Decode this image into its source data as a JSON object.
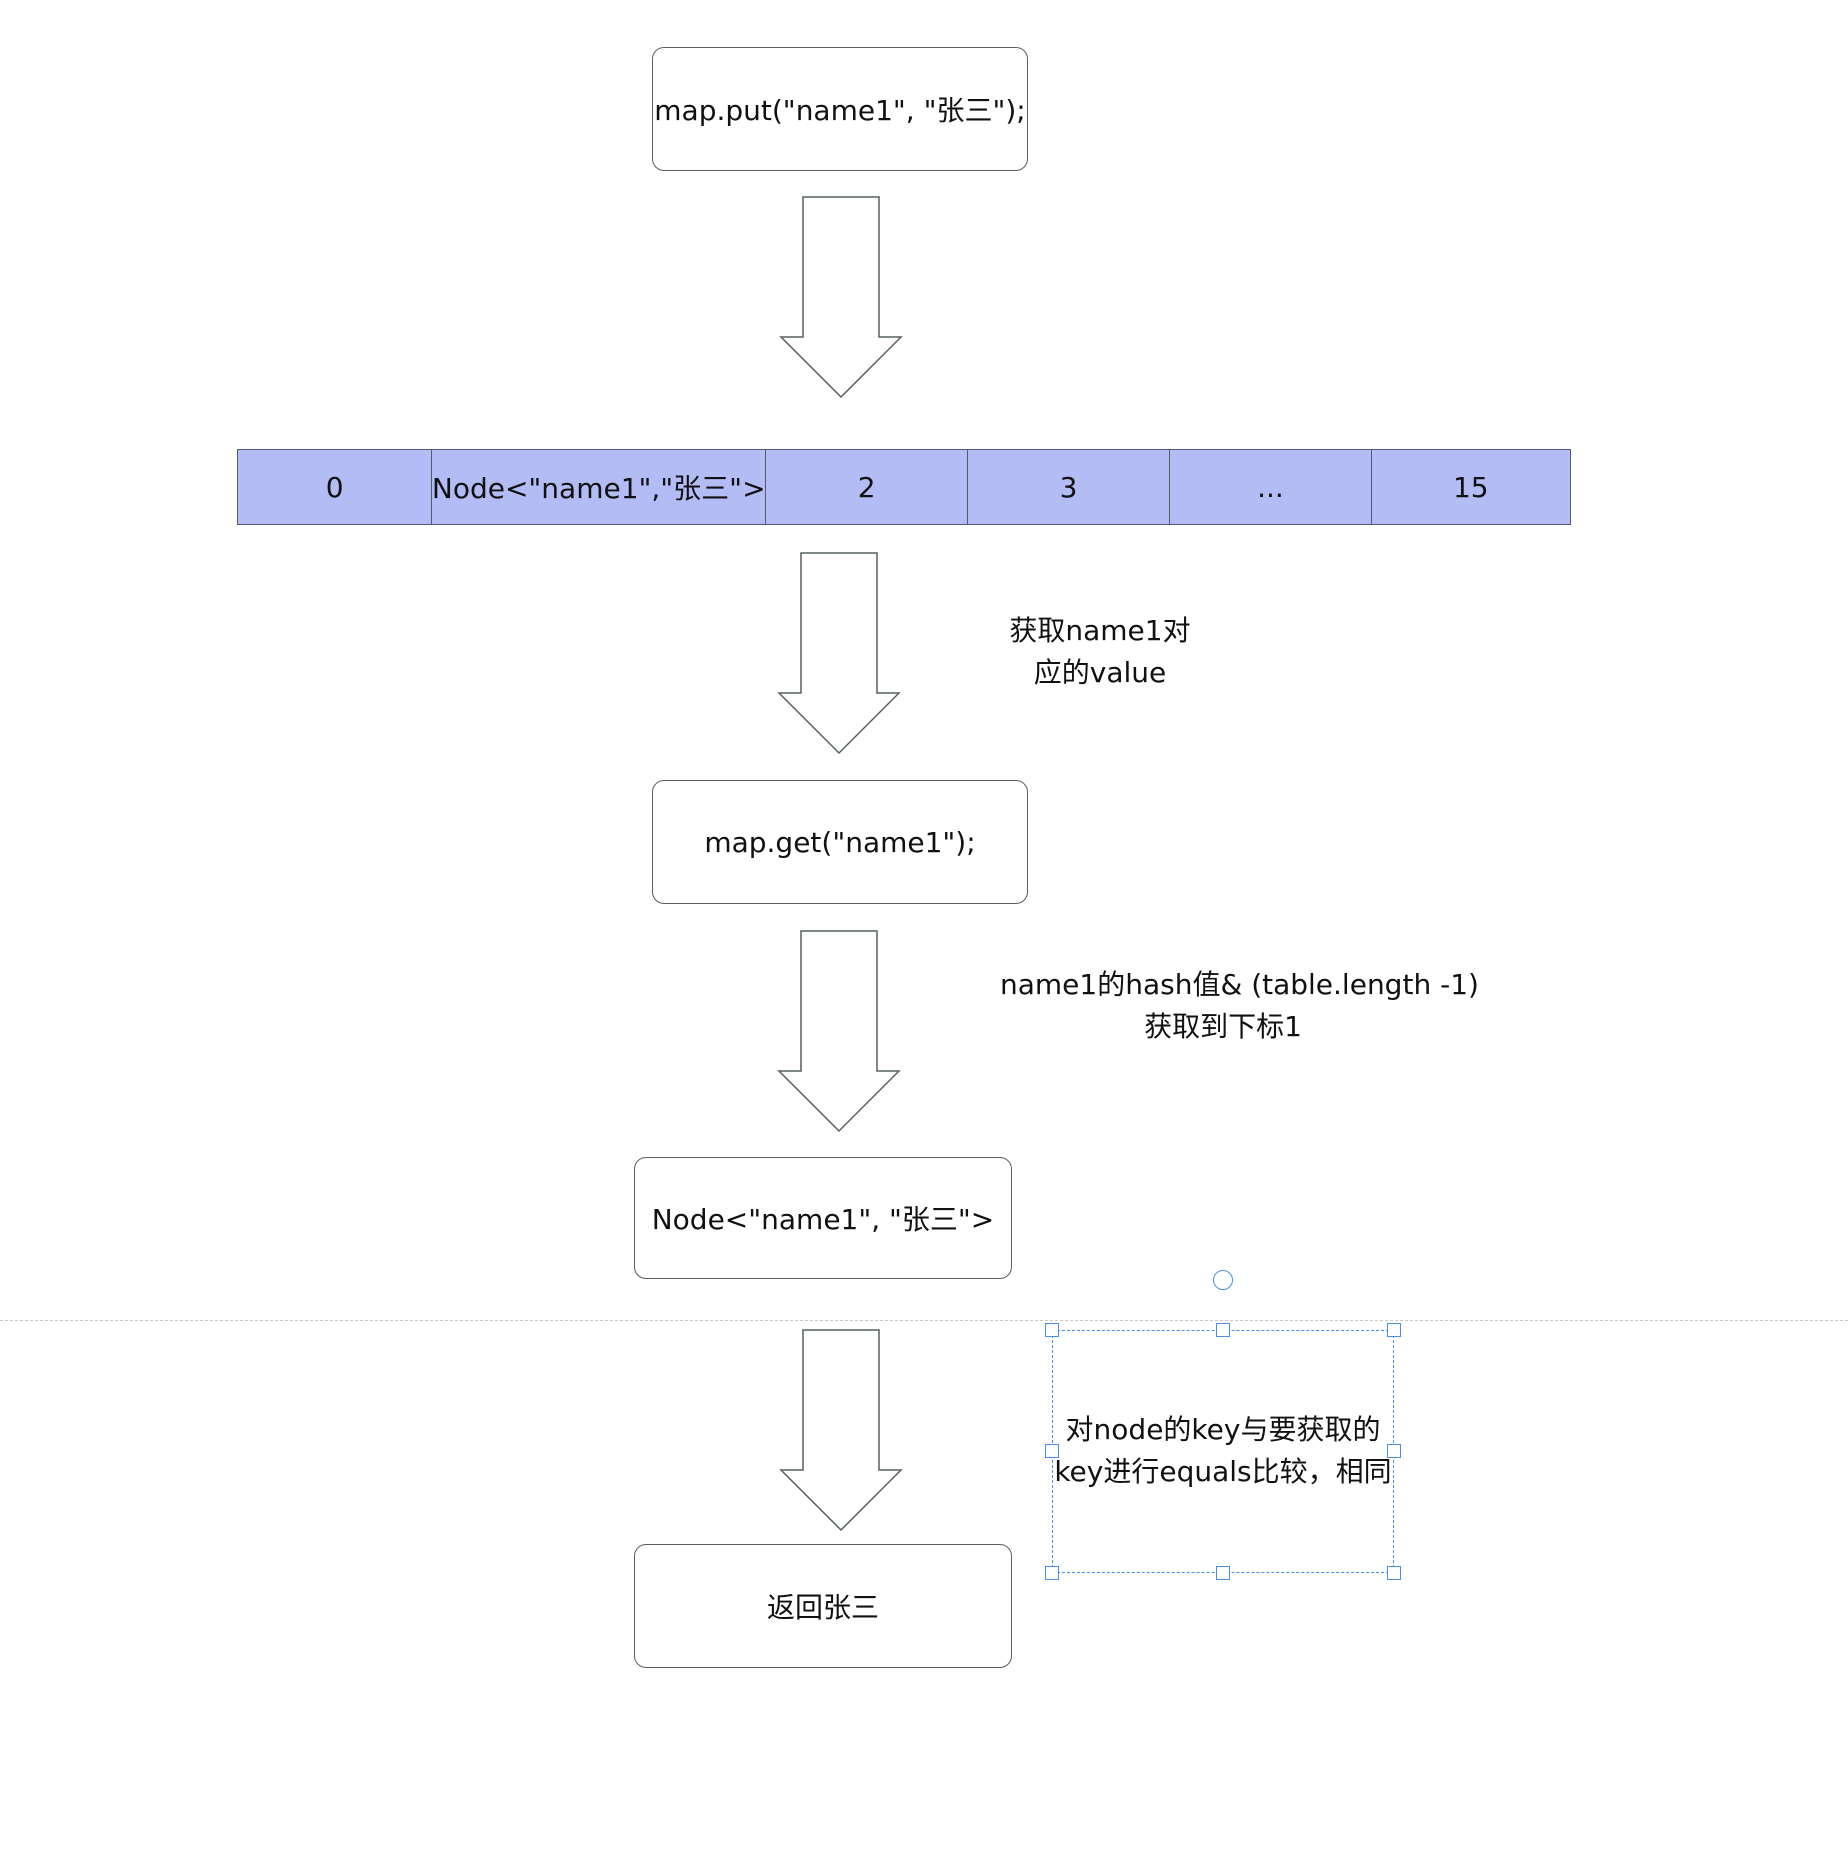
{
  "steps": {
    "put_call": "map.put(\"name1\", \"张三\");",
    "get_call": "map.get(\"name1\");",
    "node_found": "Node<\"name1\", \"张三\">",
    "result": "返回张三"
  },
  "table": {
    "cells": [
      "0",
      "Node<\"name1\",\"张三\">",
      "2",
      "3",
      "...",
      "15"
    ]
  },
  "annotations": {
    "get_value": [
      "获取name1对",
      "应的value"
    ],
    "hash_index": [
      "name1的hash值& (table.length -1)",
      "获取到下标1"
    ],
    "equals_check": [
      "对node的key与要获取的",
      "key进行equals比较，相同"
    ]
  },
  "colors": {
    "table_fill": "#b3bcf5",
    "selection": "#4a90e2",
    "box_border": "#55605f"
  }
}
